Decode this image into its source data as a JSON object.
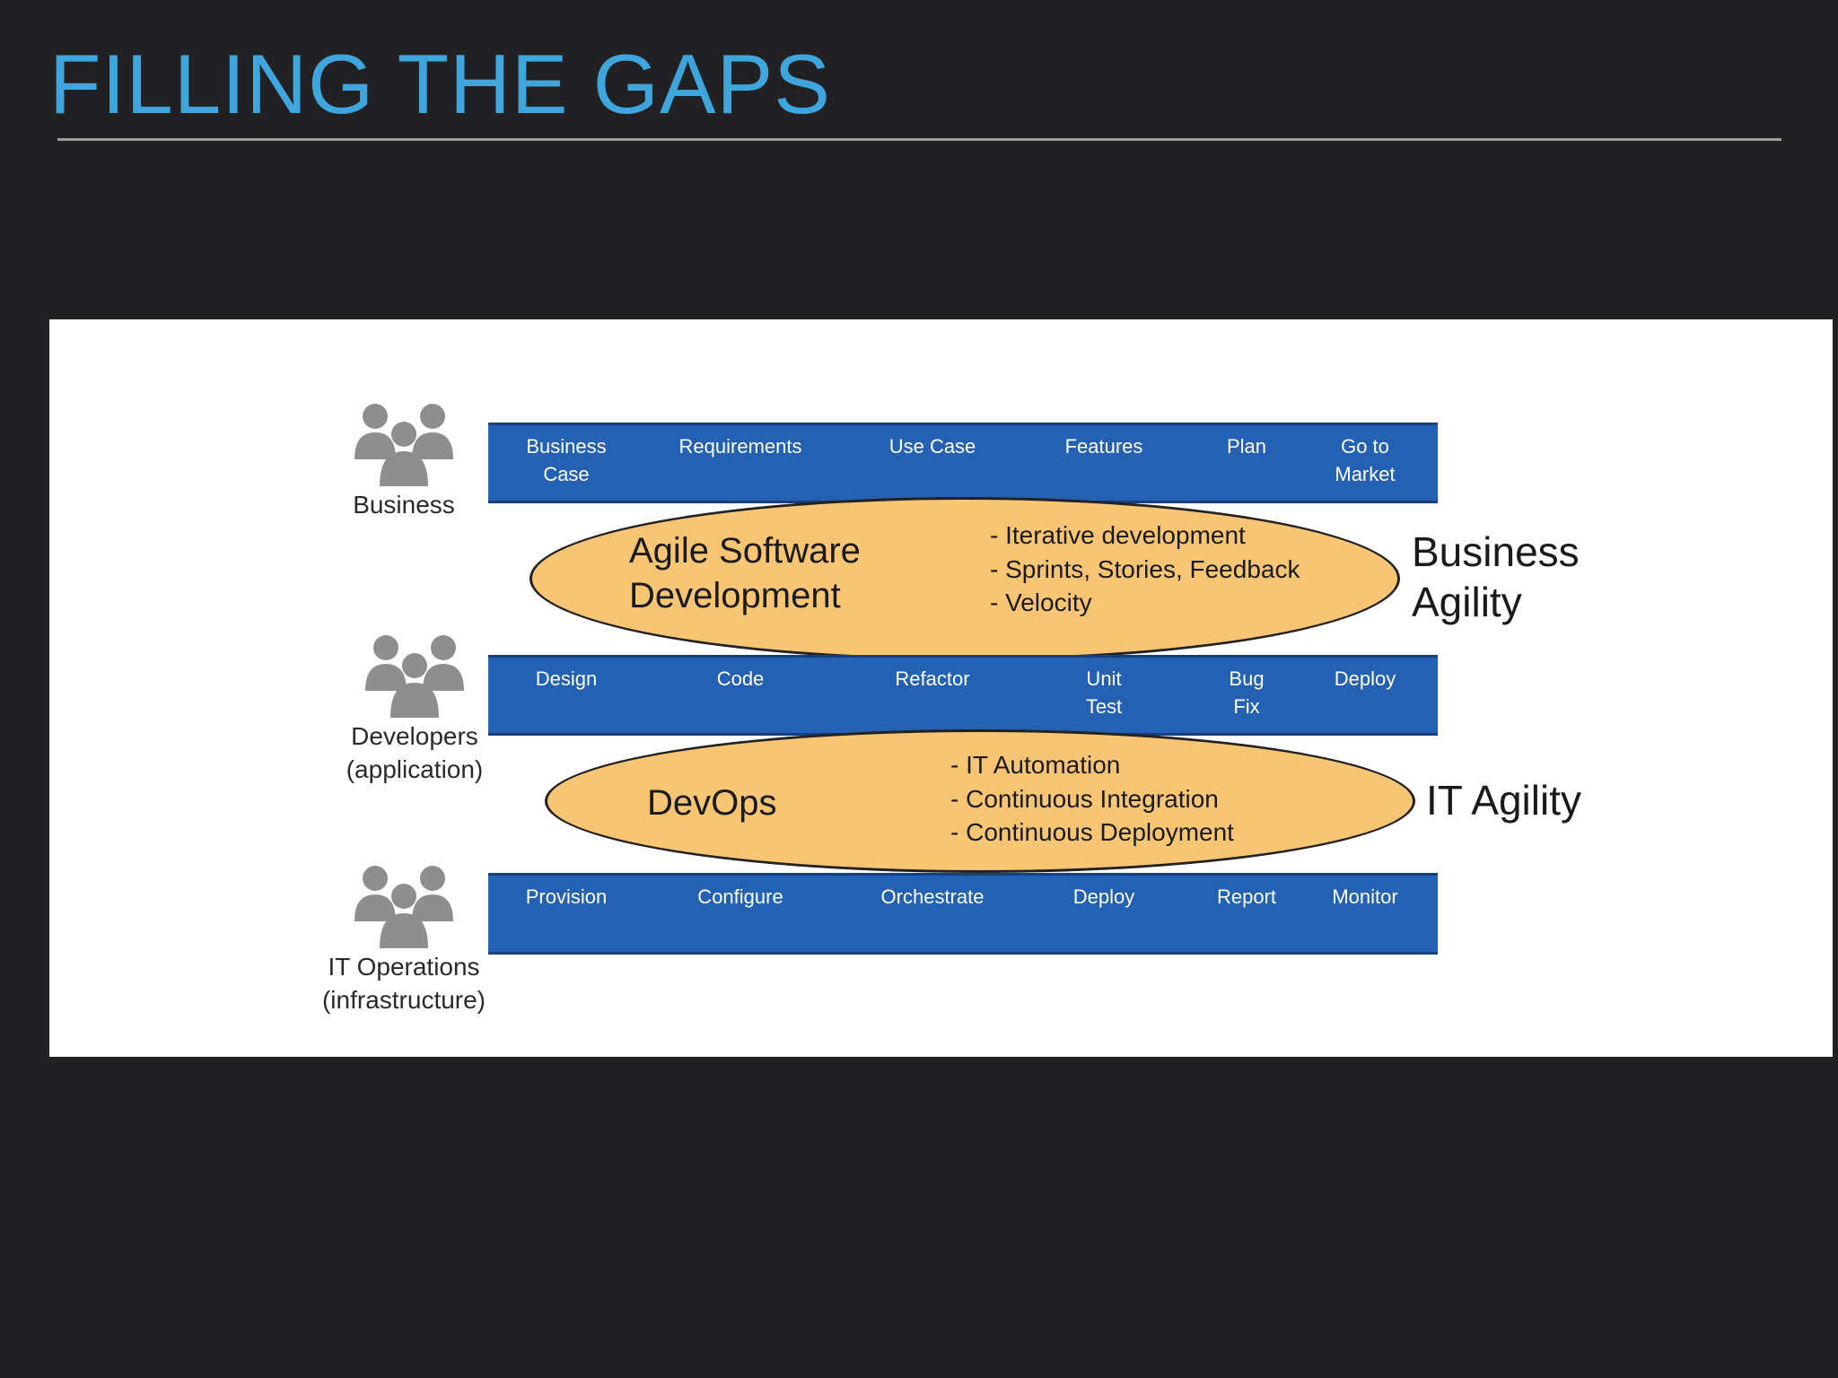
{
  "slide": {
    "title": "FILLING THE GAPS"
  },
  "colors": {
    "background": "#212123",
    "title": "#3fa6dd",
    "band_fill": "#2461b3",
    "ellipse_fill": "#f8c575",
    "icon_gray": "#8e8e8e"
  },
  "diagram": {
    "groups": [
      {
        "label": "Business",
        "icon": "people-group-icon"
      },
      {
        "label": "Developers\n(application)",
        "icon": "people-group-icon"
      },
      {
        "label": "IT Operations\n(infrastructure)",
        "icon": "people-group-icon"
      }
    ],
    "bands": [
      {
        "steps": [
          "Business\nCase",
          "Requirements",
          "Use Case",
          "Features",
          "Plan",
          "Go to\nMarket"
        ]
      },
      {
        "steps": [
          "Design",
          "Code",
          "Refactor",
          "Unit\nTest",
          "Bug\nFix",
          "Deploy"
        ]
      },
      {
        "steps": [
          "Provision",
          "Configure",
          "Orchestrate",
          "Deploy",
          "Report",
          "Monitor"
        ]
      }
    ],
    "ellipses": [
      {
        "title": "Agile Software\nDevelopment",
        "bullets": [
          "- Iterative development",
          "- Sprints, Stories, Feedback",
          "- Velocity"
        ],
        "agility": "Business\nAgility"
      },
      {
        "title": "DevOps",
        "bullets": [
          "- IT Automation",
          "- Continuous Integration",
          "- Continuous Deployment"
        ],
        "agility": "IT Agility"
      }
    ]
  }
}
